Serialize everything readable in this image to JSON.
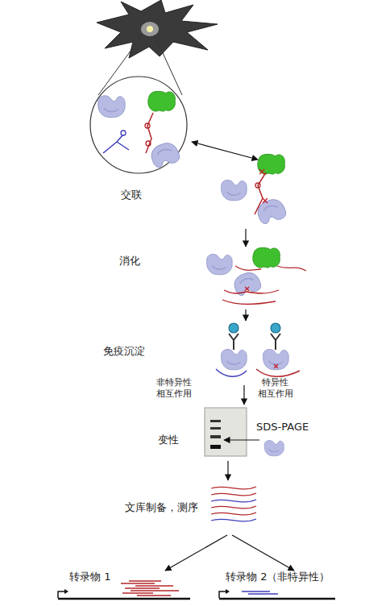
{
  "diagram": {
    "labels": [
      "交联",
      "消化",
      "免疫沉淀",
      "非特异性 相互作用",
      "特异性 相互作用",
      "变性",
      "SDS-PAGE",
      "文库制备，测序",
      "转录物 1",
      "转录物 2（非特异性）"
    ]
  }
}
